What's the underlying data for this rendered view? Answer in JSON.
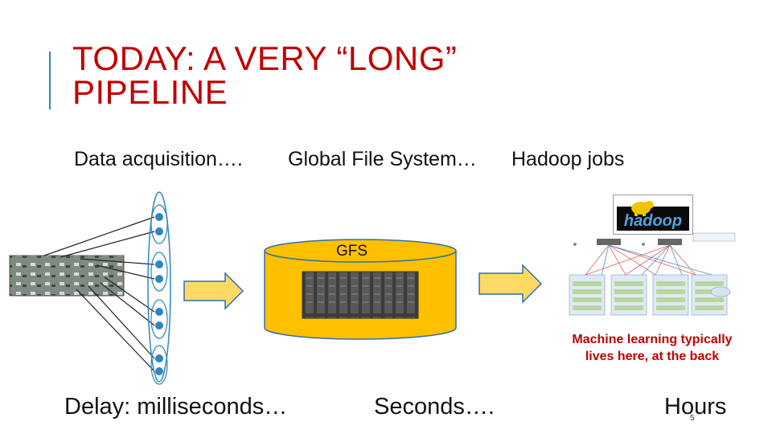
{
  "title": {
    "line1": "TODAY: A VERY “LONG”",
    "line2": "PIPELINE"
  },
  "stages": {
    "acquisition": "Data acquisition….",
    "gfs": "Global File System…",
    "hadoop": "Hadoop jobs"
  },
  "gfs_label": "GFS",
  "hadoop_logo_text": "hadoop",
  "ml_note": "Machine learning typically lives here, at the back",
  "delays": {
    "ms": "Delay: milliseconds…",
    "seconds": "Seconds….",
    "hours": "Hours"
  },
  "page_number": "5",
  "colors": {
    "title": "#c00000",
    "accent": "#2e86c1",
    "arrow_fill": "#ffd966",
    "arrow_stroke": "#2f6fb0",
    "cylinder_fill": "#ffc000",
    "sensor_node": "#2e86c1",
    "logo_bg": "#0a0a0a",
    "logo_text": "#4fa3e0",
    "elephant": "#f2c400"
  }
}
